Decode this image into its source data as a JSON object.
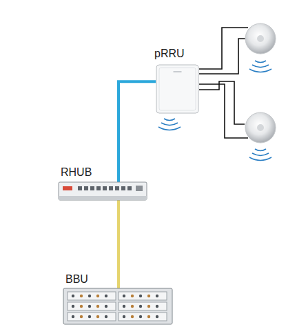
{
  "diagram": {
    "nodes": [
      {
        "text": [
          "pRRU"
        ]
      },
      {
        "text": [
          "RHUB"
        ]
      },
      {
        "text": [
          "BBU"
        ]
      }
    ],
    "edges": [
      {
        "from": 0,
        "to": 1,
        "arrow": "none"
      },
      {
        "from": 1,
        "to": 2,
        "arrow": "none"
      }
    ]
  }
}
